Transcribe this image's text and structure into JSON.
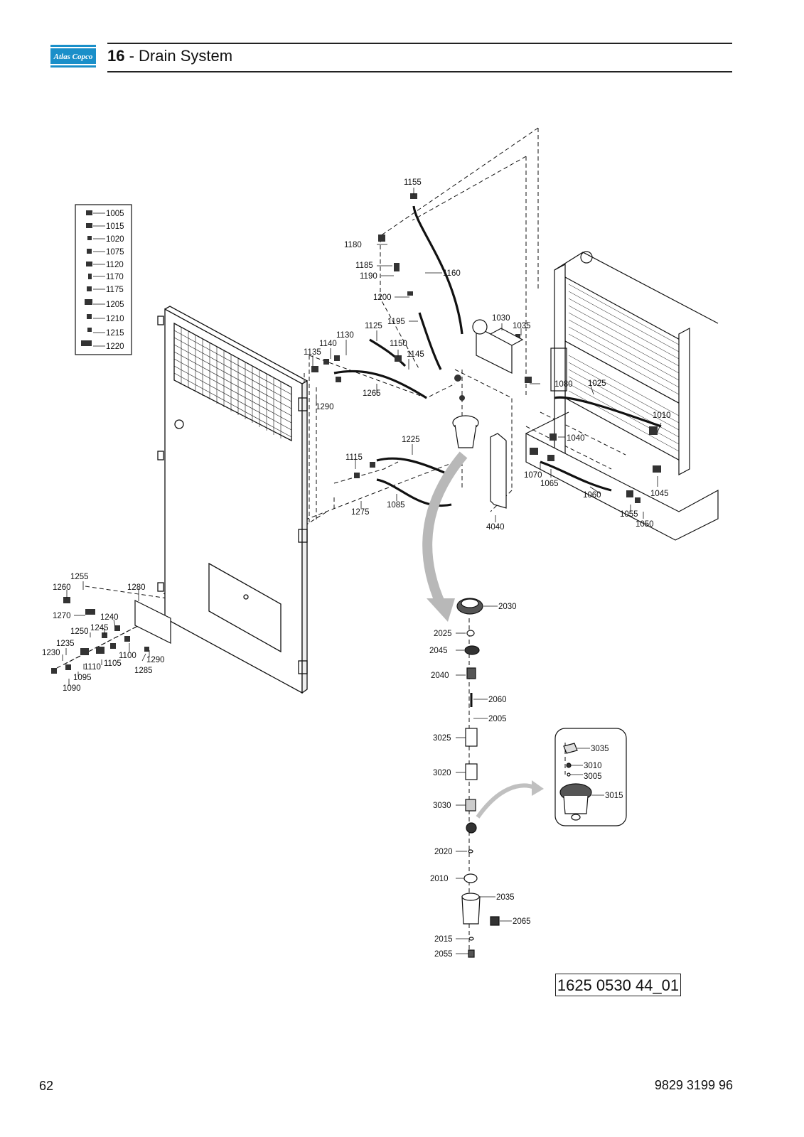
{
  "header": {
    "brand": "Atlas Copco",
    "section_number": "16",
    "section_separator": " - ",
    "section_title": "Drain System"
  },
  "legend": {
    "items": [
      "1005",
      "1015",
      "1020",
      "1075",
      "1120",
      "1170",
      "1175",
      "1205",
      "1210",
      "1215",
      "1220"
    ]
  },
  "callouts": {
    "upper": [
      "1155",
      "1180",
      "1185",
      "1190",
      "1160",
      "1200",
      "1195",
      "1125",
      "1130",
      "1140",
      "1135",
      "1150",
      "1145",
      "1030",
      "1035",
      "1080",
      "1025",
      "1265",
      "1290",
      "1010",
      "1225",
      "1115",
      "1040",
      "1070",
      "1065",
      "1060",
      "1045",
      "1055",
      "1050",
      "1275",
      "1085",
      "4040"
    ],
    "lower_left": [
      "1255",
      "1260",
      "1280",
      "1270",
      "1240",
      "1250",
      "1245",
      "1235",
      "1230",
      "1100",
      "1290",
      "1110",
      "1105",
      "1095",
      "1285",
      "1090"
    ],
    "drain_stack": [
      "2030",
      "2025",
      "2045",
      "2040",
      "2060",
      "2005",
      "3025",
      "3020",
      "3030",
      "2020",
      "2010",
      "2035",
      "2065",
      "2015",
      "2055"
    ],
    "detail_inset": [
      "3035",
      "3010",
      "3005",
      "3015"
    ]
  },
  "drawing_code": "1625 0530 44_01",
  "footer": {
    "page_number": "62",
    "document_number": "9829 3199 96"
  },
  "colors": {
    "logo_blue": "#1a8fc9",
    "line": "#111111",
    "arrow_gray": "#b8b8b8"
  }
}
